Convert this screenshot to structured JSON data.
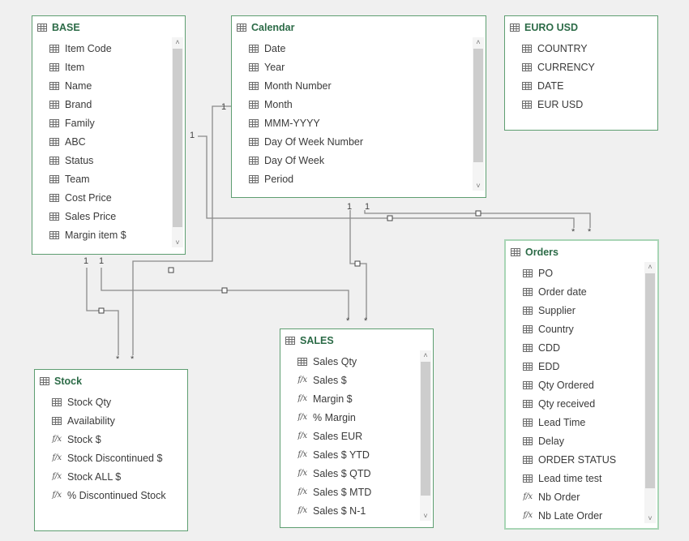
{
  "tables": {
    "base": {
      "title": "BASE",
      "fields": [
        {
          "label": "Item Code",
          "icon": "column-icon"
        },
        {
          "label": "Item",
          "icon": "column-icon"
        },
        {
          "label": "Name",
          "icon": "column-icon"
        },
        {
          "label": "Brand",
          "icon": "column-icon"
        },
        {
          "label": "Family",
          "icon": "column-icon"
        },
        {
          "label": "ABC",
          "icon": "column-icon"
        },
        {
          "label": "Status",
          "icon": "column-icon"
        },
        {
          "label": "Team",
          "icon": "column-icon"
        },
        {
          "label": "Cost Price",
          "icon": "column-icon"
        },
        {
          "label": "Sales Price",
          "icon": "column-icon"
        },
        {
          "label": "Margin item $",
          "icon": "column-icon"
        }
      ]
    },
    "calendar": {
      "title": "Calendar",
      "fields": [
        {
          "label": "Date",
          "icon": "column-icon"
        },
        {
          "label": "Year",
          "icon": "column-icon"
        },
        {
          "label": "Month Number",
          "icon": "column-icon"
        },
        {
          "label": "Month",
          "icon": "column-icon"
        },
        {
          "label": "MMM-YYYY",
          "icon": "column-icon"
        },
        {
          "label": "Day Of Week Number",
          "icon": "column-icon"
        },
        {
          "label": "Day Of Week",
          "icon": "column-icon"
        },
        {
          "label": "Period",
          "icon": "column-icon"
        }
      ]
    },
    "euro_usd": {
      "title": "EURO USD",
      "fields": [
        {
          "label": "COUNTRY",
          "icon": "column-icon"
        },
        {
          "label": "CURRENCY",
          "icon": "column-icon"
        },
        {
          "label": "DATE",
          "icon": "column-icon"
        },
        {
          "label": "EUR USD",
          "icon": "column-icon"
        }
      ]
    },
    "orders": {
      "title": "Orders",
      "fields": [
        {
          "label": "PO",
          "icon": "column-icon"
        },
        {
          "label": "Order date",
          "icon": "column-icon"
        },
        {
          "label": "Supplier",
          "icon": "column-icon"
        },
        {
          "label": "Country",
          "icon": "column-icon"
        },
        {
          "label": "CDD",
          "icon": "column-icon"
        },
        {
          "label": "EDD",
          "icon": "column-icon"
        },
        {
          "label": "Qty Ordered",
          "icon": "column-icon"
        },
        {
          "label": "Qty received",
          "icon": "column-icon"
        },
        {
          "label": "Lead Time",
          "icon": "column-icon"
        },
        {
          "label": "Delay",
          "icon": "column-icon"
        },
        {
          "label": "ORDER STATUS",
          "icon": "column-icon"
        },
        {
          "label": "Lead time test",
          "icon": "column-icon"
        },
        {
          "label": "Nb Order",
          "icon": "measure-icon"
        },
        {
          "label": "Nb Late Order",
          "icon": "measure-icon"
        }
      ]
    },
    "sales": {
      "title": "SALES",
      "fields": [
        {
          "label": "Sales Qty",
          "icon": "column-icon"
        },
        {
          "label": "Sales $",
          "icon": "measure-icon"
        },
        {
          "label": "Margin $",
          "icon": "measure-icon"
        },
        {
          "label": "% Margin",
          "icon": "measure-icon"
        },
        {
          "label": "Sales EUR",
          "icon": "measure-icon"
        },
        {
          "label": "Sales $ YTD",
          "icon": "measure-icon"
        },
        {
          "label": "Sales $ QTD",
          "icon": "measure-icon"
        },
        {
          "label": "Sales $ MTD",
          "icon": "measure-icon"
        },
        {
          "label": "Sales $ N-1",
          "icon": "measure-icon"
        }
      ]
    },
    "stock": {
      "title": "Stock",
      "fields": [
        {
          "label": "Stock Qty",
          "icon": "column-icon"
        },
        {
          "label": "Availability",
          "icon": "column-icon"
        },
        {
          "label": "Stock $",
          "icon": "measure-icon"
        },
        {
          "label": "Stock Discontinued $",
          "icon": "measure-icon"
        },
        {
          "label": "Stock ALL $",
          "icon": "measure-icon"
        },
        {
          "label": "% Discontinued Stock",
          "icon": "measure-icon"
        }
      ]
    }
  },
  "relationships": [
    {
      "from": "Calendar",
      "to": "Stock",
      "one_label": "1",
      "many_label": "*"
    },
    {
      "from": "BASE",
      "to": "Orders",
      "one_label": "1",
      "many_label": "*"
    },
    {
      "from": "Calendar",
      "to": "Orders",
      "one_label": "1",
      "many_label": "*"
    },
    {
      "from": "Calendar",
      "to": "SALES",
      "one_label": "1",
      "many_label": "*"
    },
    {
      "from": "BASE",
      "to": "Stock",
      "one_label": "1",
      "many_label": "*"
    },
    {
      "from": "BASE",
      "to": "SALES",
      "one_label": "1",
      "many_label": "*"
    }
  ],
  "colors": {
    "canvas": "#f0f0f0",
    "table_border": "#5e9e71",
    "selected_border": "#a9d5b6",
    "title_text": "#2c6b47",
    "line": "#808080"
  }
}
